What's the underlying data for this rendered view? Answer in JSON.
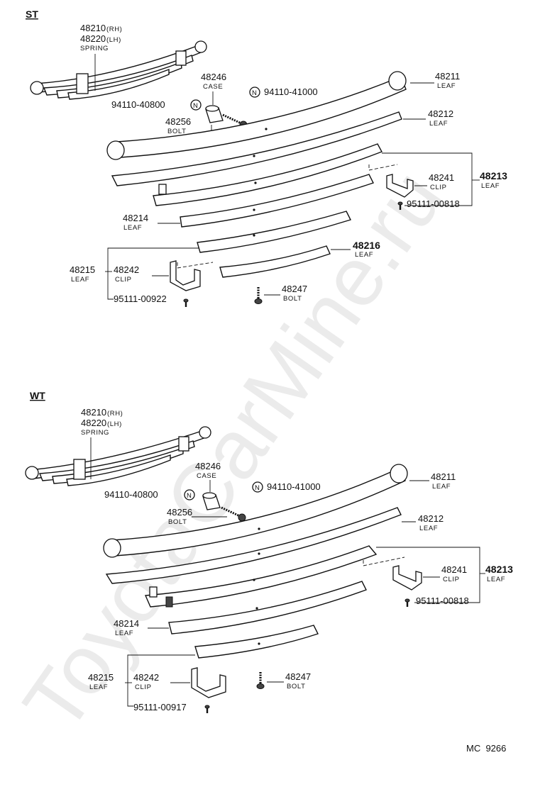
{
  "watermark": "ToyotaCarMine.ru",
  "footer_code": "MC  9266",
  "sections": [
    {
      "label": "ST",
      "labels": {
        "spring": [
          "48210",
          "(RH)",
          "48220",
          "(LH)",
          "SPRING"
        ],
        "case": [
          "48246",
          "CASE"
        ],
        "nut_left": "94110-40800",
        "nut_right": "94110-41000",
        "bolt_case": [
          "48256",
          "BOLT"
        ],
        "leaf1": [
          "48211",
          "LEAF"
        ],
        "leaf2": [
          "48212",
          "LEAF"
        ],
        "clip_top": [
          "48241",
          "CLIP"
        ],
        "leaf3": [
          "48213",
          "LEAF"
        ],
        "rivet_top": "95111-00818",
        "leaf4": [
          "48214",
          "LEAF"
        ],
        "leaf6": [
          "48216",
          "LEAF"
        ],
        "leaf5": [
          "48215",
          "LEAF"
        ],
        "clip_bottom": [
          "48242",
          "CLIP"
        ],
        "bolt_center": [
          "48247",
          "BOLT"
        ],
        "rivet_bottom": "95111-00922"
      }
    },
    {
      "label": "WT",
      "labels": {
        "spring": [
          "48210",
          "(RH)",
          "48220",
          "(LH)",
          "SPRING"
        ],
        "case": [
          "48246",
          "CASE"
        ],
        "nut_left": "94110-40800",
        "nut_right": "94110-41000",
        "bolt_case": [
          "48256",
          "BOLT"
        ],
        "leaf1": [
          "48211",
          "LEAF"
        ],
        "leaf2": [
          "48212",
          "LEAF"
        ],
        "clip_top": [
          "48241",
          "CLIP"
        ],
        "leaf3": [
          "48213",
          "LEAF"
        ],
        "rivet_top": "95111-00818",
        "leaf4": [
          "48214",
          "LEAF"
        ],
        "leaf5": [
          "48215",
          "LEAF"
        ],
        "clip_bottom": [
          "48242",
          "CLIP"
        ],
        "bolt_center": [
          "48247",
          "BOLT"
        ],
        "rivet_bottom": "95111-00917"
      }
    }
  ],
  "nut_symbol": "N"
}
